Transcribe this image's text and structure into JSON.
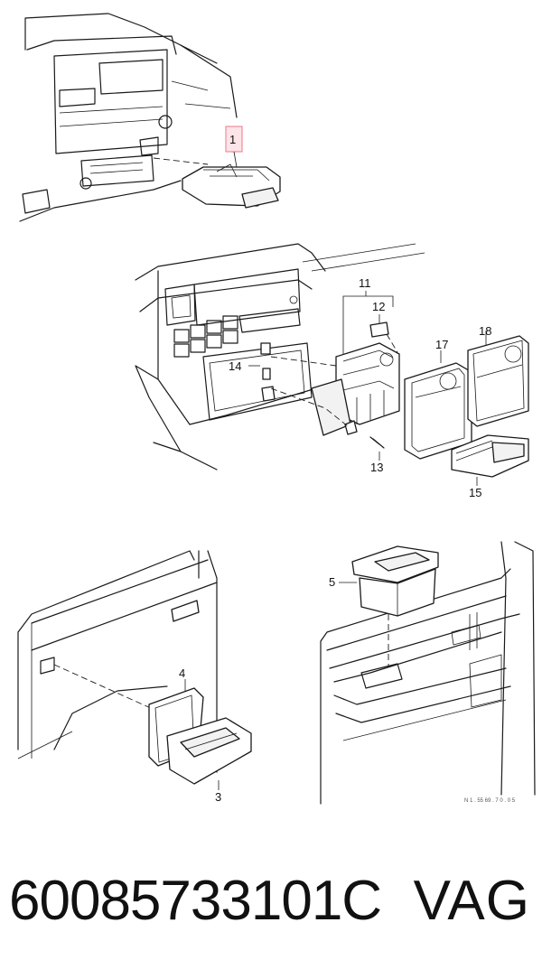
{
  "diagram": {
    "callouts": {
      "c1": "1",
      "c3": "3",
      "c4": "4",
      "c5": "5",
      "c11": "11",
      "c12": "12",
      "c13": "13",
      "c14": "14",
      "c15": "15",
      "c17": "17",
      "c18": "18"
    },
    "highlight_color": "#e87a8a",
    "highlight_fill": "#fde4e8",
    "reference_code": "N 1  . 55  69 . 7 0 . 0 5"
  },
  "footer": {
    "part_number": "60085733101C",
    "brand": "VAG"
  }
}
